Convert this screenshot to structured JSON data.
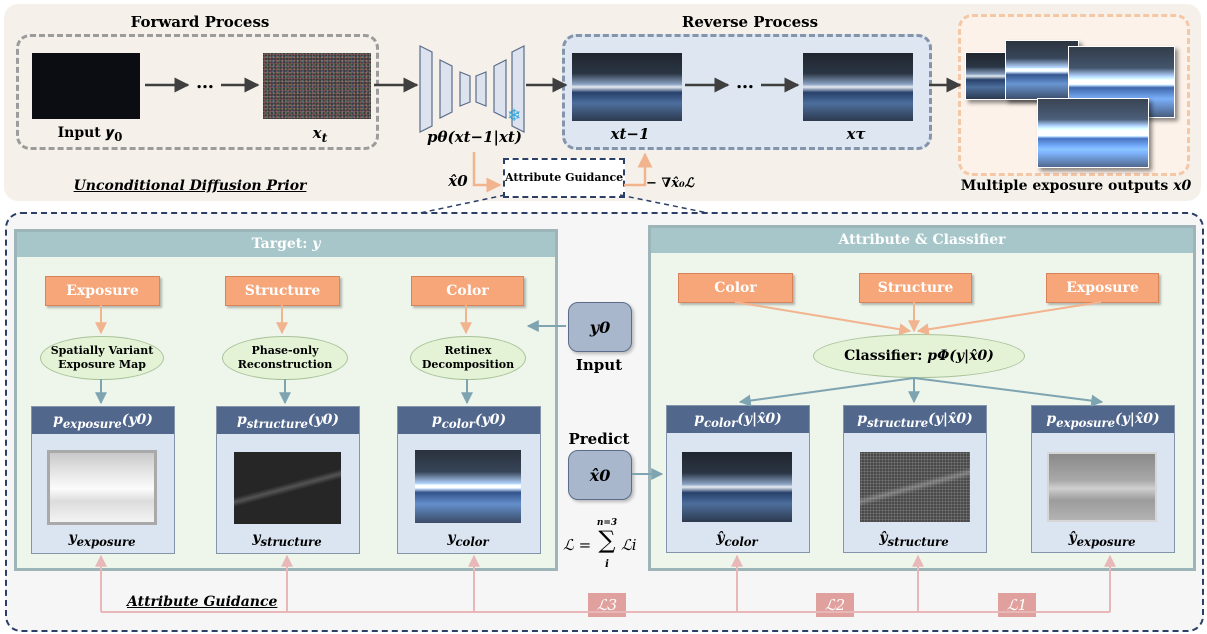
{
  "top": {
    "forward_title": "Forward Process",
    "reverse_title": "Reverse Process",
    "input_label": "Input",
    "input_var": "𝒚",
    "input_sub": "0",
    "xt_var": "𝒙",
    "xt_sub": "t",
    "ellipsis": "…",
    "network_label": "p𝜽(𝒙t−1|𝒙t)",
    "x_t_minus_1": "𝒙t−1",
    "x_tau": "𝒙τ",
    "unconditional": "Unconditional Diffusion Prior",
    "x0_hat": "𝒙̂0",
    "attribute_guidance_box": "Attribute Guidance",
    "gradient": "− ∇𝒙̂₀ℒ",
    "multiple_outputs_text": "Multiple exposure outputs",
    "multiple_outputs_var": "𝒙0",
    "snowflake": "❄"
  },
  "target_panel": {
    "header": "Target:",
    "header_var": "𝒚",
    "boxes": [
      "Exposure",
      "Structure",
      "Color"
    ],
    "ellipses": [
      [
        "Spatially Variant",
        "Exposure Map"
      ],
      [
        "Phase-only",
        "Reconstruction"
      ],
      [
        "Retinex",
        "Decomposition"
      ]
    ],
    "cards": [
      {
        "title": "p",
        "title_sub": "exposure",
        "title_arg": "(𝒚0)",
        "caption": "𝒚",
        "caption_sub": "exposure"
      },
      {
        "title": "p",
        "title_sub": "structure",
        "title_arg": "(𝒚0)",
        "caption": "𝒚",
        "caption_sub": "structure"
      },
      {
        "title": "p",
        "title_sub": "color",
        "title_arg": "(𝒚0)",
        "caption": "𝒚",
        "caption_sub": "color"
      }
    ]
  },
  "middle": {
    "y0": "𝒚0",
    "input_label": "Input",
    "predict_label": "Predict",
    "x0_hat": "𝒙̂0",
    "loss_formula_lhs": "ℒ =",
    "loss_formula_sum": "∑",
    "loss_formula_top": "n=3",
    "loss_formula_bottom": "i",
    "loss_formula_rhs": "ℒi"
  },
  "classifier_panel": {
    "header": "Attribute & Classifier",
    "boxes": [
      "Color",
      "Structure",
      "Exposure"
    ],
    "classifier_label": "Classifier:",
    "classifier_formula": "pΦ(𝒚|𝒙̂0)",
    "cards": [
      {
        "title": "p",
        "title_sub": "color",
        "title_arg": "(𝒚|𝒙̂0)",
        "caption": "𝒚̂",
        "caption_sub": "color"
      },
      {
        "title": "p",
        "title_sub": "structure",
        "title_arg": "(𝒚|𝒙̂0)",
        "caption": "𝒚̂",
        "caption_sub": "structure"
      },
      {
        "title": "p",
        "title_sub": "exposure",
        "title_arg": "(𝒚|𝒙̂0)",
        "caption": "𝒚̂",
        "caption_sub": "exposure"
      }
    ]
  },
  "bottom": {
    "attribute_guidance": "Attribute Guidance",
    "losses": [
      "ℒ3",
      "ℒ2",
      "ℒ1"
    ]
  },
  "colors": {
    "orange_box": "#f6a679",
    "panel_header": "#a6c6c9",
    "card_header": "#51678c",
    "loss_box": "#e0a09e",
    "arrow_dark": "#3f3f3f",
    "arrow_orange": "#f2b48e",
    "arrow_teal": "#7ea4b2",
    "arrow_pink": "#e8b8b8"
  }
}
